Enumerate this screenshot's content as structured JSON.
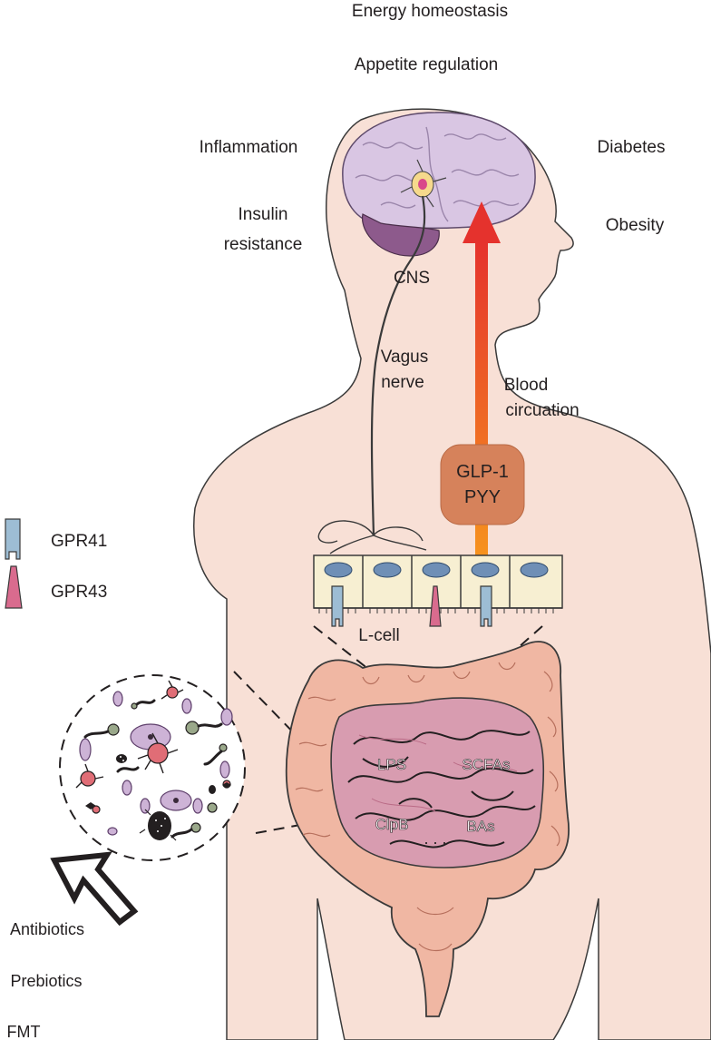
{
  "top_labels": {
    "energy": "Energy homeostasis",
    "appetite": "Appetite regulation"
  },
  "left_labels": {
    "inflammation": "Inflammation",
    "insulin_line1": "Insulin",
    "insulin_line2": "resistance"
  },
  "right_labels": {
    "diabetes": "Diabetes",
    "obesity": "Obesity"
  },
  "center_labels": {
    "cns": "CNS",
    "vagus_line1": "Vagus",
    "vagus_line2": "nerve",
    "blood_line1": "Blood",
    "blood_line2": "circuation",
    "hormone_line1": "GLP-1",
    "hormone_line2": "PYY",
    "lcell": "L-cell"
  },
  "legend": {
    "gpr41": "GPR41",
    "gpr43": "GPR43"
  },
  "gut_labels": {
    "lps": "LPS",
    "scfas": "SCFAs",
    "clpb": "ClpB",
    "bas": "BAs",
    "dots": ". . ."
  },
  "interventions": [
    "Antibiotics",
    "Prebiotics",
    "FMT"
  ],
  "colors": {
    "skin": "#f8e0d6",
    "brain": "#d9c6e3",
    "cerebellum": "#8d5a8c",
    "arrow_red": "#e5322d",
    "arrow_orange": "#f6921e",
    "hormone_box": "#d6825b",
    "gpr41": "#9dbdd4",
    "gpr43": "#d96b8e",
    "cell": "#f7efd2",
    "nucleus": "#6f8fb6",
    "colon": "#f0b7a3",
    "small_intestine": "#d89cb0"
  }
}
